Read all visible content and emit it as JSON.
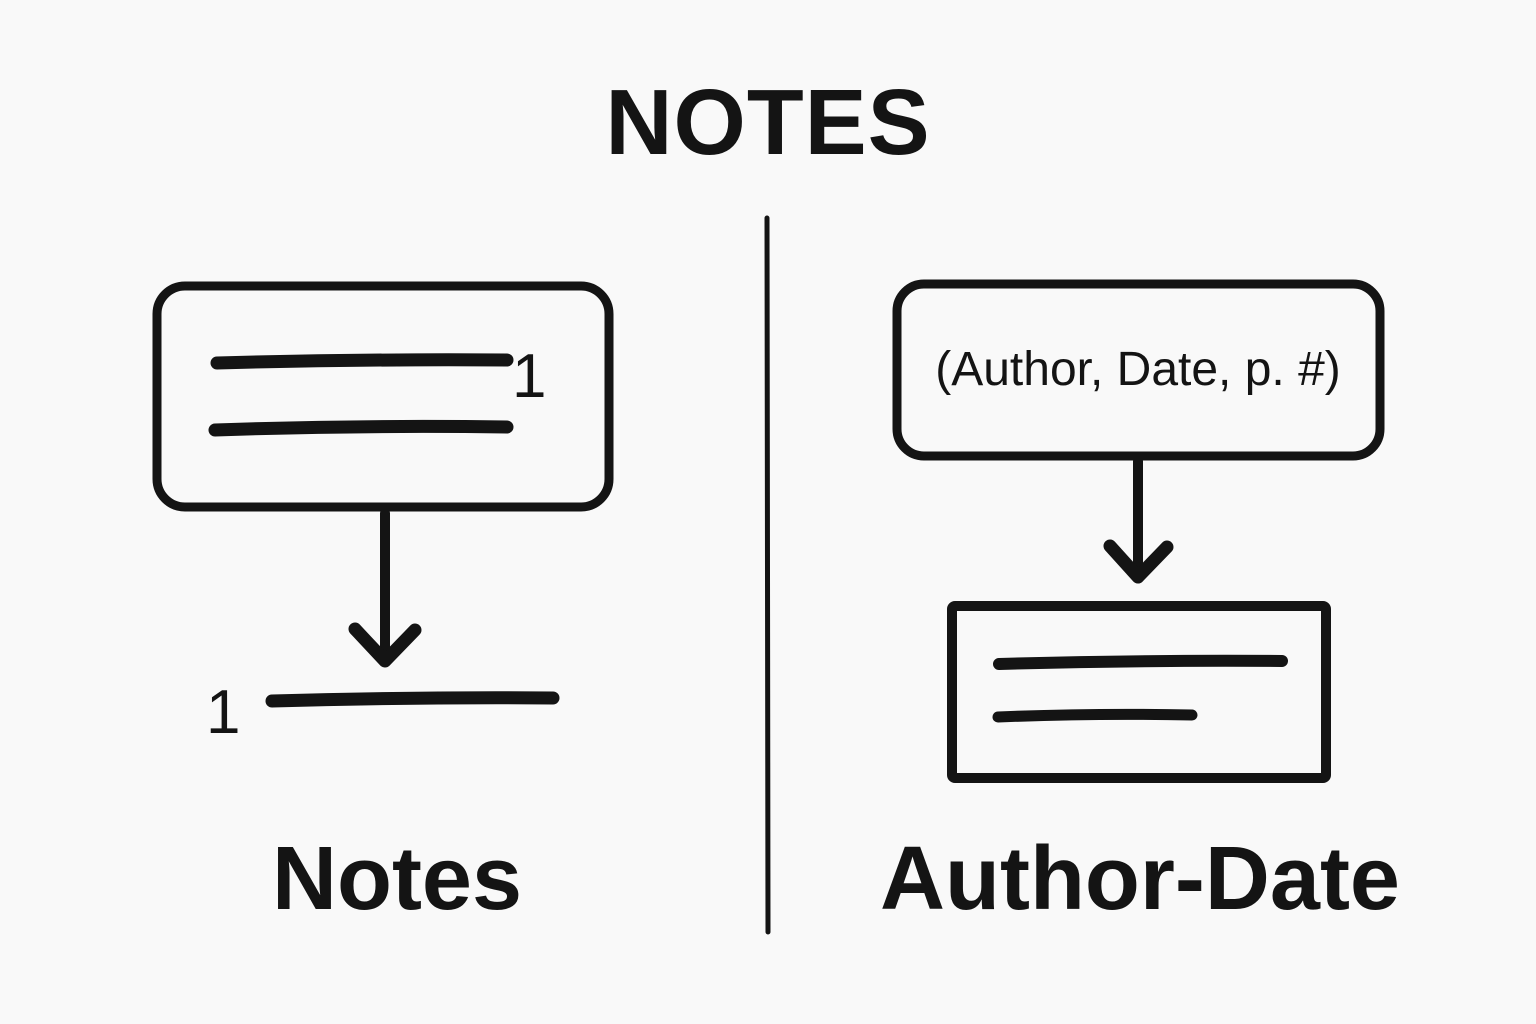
{
  "page": {
    "title": "NOTES",
    "background_color": "#f9f9f9",
    "ink_color": "#141414"
  },
  "left_panel": {
    "label": "Notes",
    "citation_superscript": "1",
    "footnote_marker": "1"
  },
  "right_panel": {
    "label": "Author-Date",
    "citation_text": "(Author, Date, p. #)"
  }
}
